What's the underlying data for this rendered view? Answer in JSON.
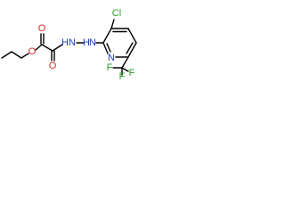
{
  "molecule": {
    "atoms": {
      "carbonyl_o1": "O",
      "ester_o": "O",
      "carbonyl_o2": "O",
      "hydrazide_n1": "N",
      "hydrazide_h1": "H",
      "hydrazide_n2": "N",
      "hydrazide_h2": "H",
      "ring_n": "N",
      "chloro": "Cl",
      "cf3_f1": "F",
      "cf3_f2": "F",
      "cf3_f3": "F"
    },
    "colors": {
      "oxygen": "#d62828",
      "nitrogen": "#1f3fbf",
      "chlorine": "#2a9d2a",
      "fluorine": "#2a9d2a",
      "bond": "#000000"
    }
  }
}
